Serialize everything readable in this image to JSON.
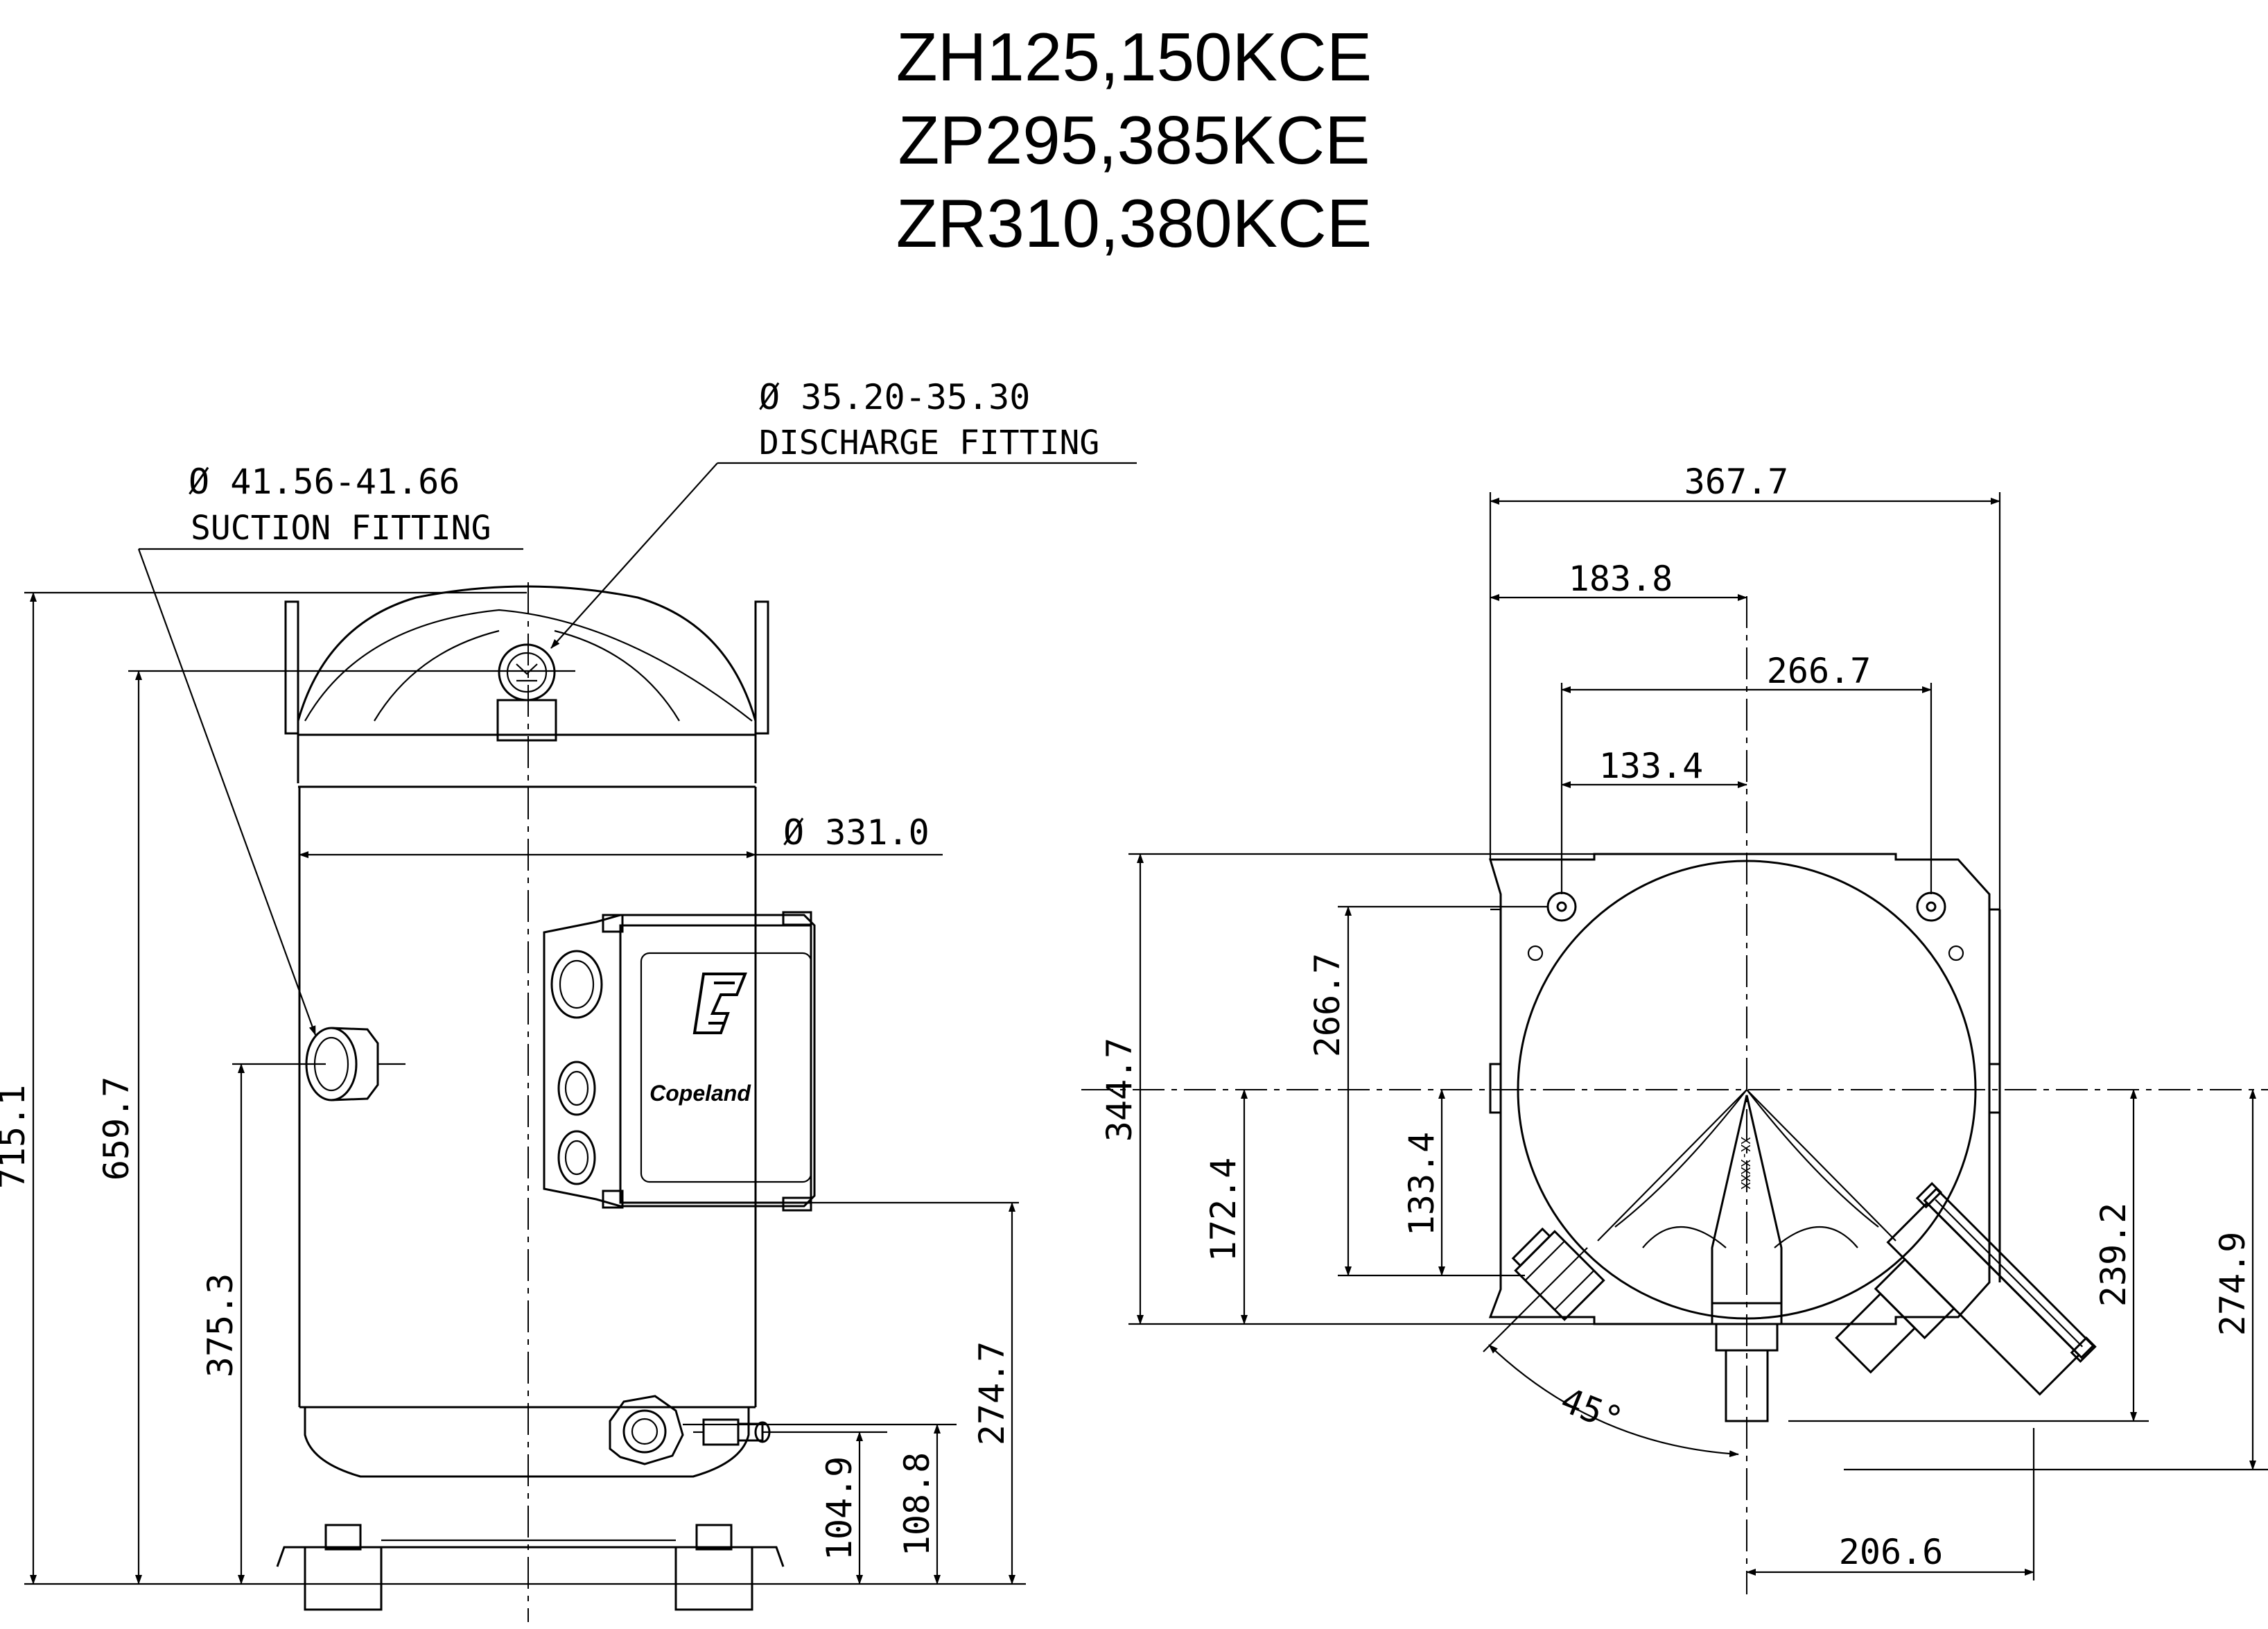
{
  "titles": [
    "ZH125,150KCE",
    "ZP295,385KCE",
    "ZR310,380KCE"
  ],
  "callouts": {
    "discharge": {
      "size": "Ø 35.20-35.30",
      "label": "DISCHARGE FITTING"
    },
    "suction": {
      "size": "Ø 41.56-41.66",
      "label": "SUCTION FITTING"
    }
  },
  "front_view": {
    "diameter": "Ø 331.0",
    "overall_height": "715.1",
    "discharge_height": "659.7",
    "suction_height": "375.3",
    "terminal_box_height": "274.7",
    "port_low": "104.9",
    "port_high": "108.8"
  },
  "top_view": {
    "overall_width": "367.7",
    "half_width": "183.8",
    "mount_spacing": "266.7",
    "mount_half": "133.4",
    "depth": "344.7",
    "mount_spacing_v": "266.7",
    "mount_half_v": "133.4",
    "center_to_front": "172.4",
    "center_to_box": "239.2",
    "center_to_box_outer": "274.9",
    "box_offset": "206.6",
    "angle": "45°"
  },
  "logo": {
    "brand": "Copeland"
  }
}
